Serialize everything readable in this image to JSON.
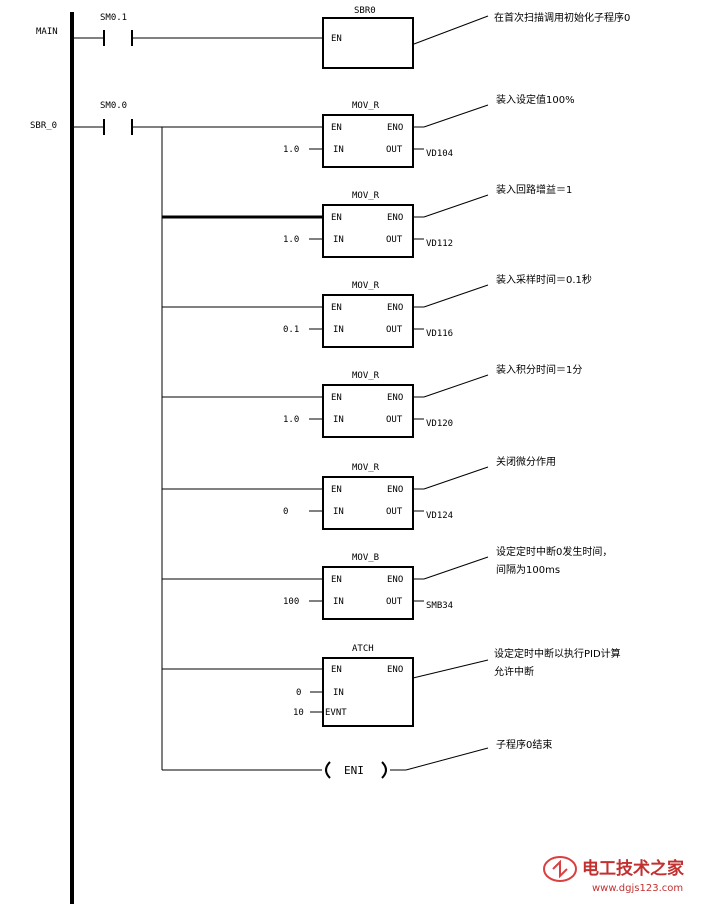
{
  "rungs": {
    "main": {
      "rail_label": "MAIN",
      "contact": "SM0.1",
      "block": {
        "title": "SBR0",
        "en": "EN"
      },
      "comment": "在首次扫描调用初始化子程序0"
    },
    "sbr": {
      "rail_label": "SBR_0",
      "contact": "SM0.0"
    }
  },
  "blocks": [
    {
      "title": "MOV_R",
      "en": "EN",
      "eno": "ENO",
      "in_label": "IN",
      "out_label": "OUT",
      "in_value": "1.0",
      "out_value": "VD104",
      "comment": [
        "装入设定值100%"
      ]
    },
    {
      "title": "MOV_R",
      "en": "EN",
      "eno": "ENO",
      "in_label": "IN",
      "out_label": "OUT",
      "in_value": "1.0",
      "out_value": "VD112",
      "comment": [
        "装入回路增益＝1"
      ]
    },
    {
      "title": "MOV_R",
      "en": "EN",
      "eno": "ENO",
      "in_label": "IN",
      "out_label": "OUT",
      "in_value": "0.1",
      "out_value": "VD116",
      "comment": [
        "装入采样时间＝0.1秒"
      ]
    },
    {
      "title": "MOV_R",
      "en": "EN",
      "eno": "ENO",
      "in_label": "IN",
      "out_label": "OUT",
      "in_value": "1.0",
      "out_value": "VD120",
      "comment": [
        "装入积分时间＝1分"
      ]
    },
    {
      "title": "MOV_R",
      "en": "EN",
      "eno": "ENO",
      "in_label": "IN",
      "out_label": "OUT",
      "in_value": "0",
      "out_value": "VD124",
      "comment": [
        "关闭微分作用"
      ]
    },
    {
      "title": "MOV_B",
      "en": "EN",
      "eno": "ENO",
      "in_label": "IN",
      "out_label": "OUT",
      "in_value": "100",
      "out_value": "SMB34",
      "comment": [
        "设定定时中断0发生时间，",
        "间隔为100ms"
      ]
    }
  ],
  "atch": {
    "title": "ATCH",
    "en": "EN",
    "eno": "ENO",
    "in_label": "IN",
    "evnt_label": "EVNT",
    "in_value": "0",
    "evnt_value": "10",
    "comment": [
      "设定定时中断以执行PID计算",
      "允许中断"
    ]
  },
  "eni": {
    "label": "ENI",
    "comment": "子程序0结束"
  },
  "watermark": {
    "title": "电工技术之家",
    "url": "www.dgjs123.com"
  }
}
